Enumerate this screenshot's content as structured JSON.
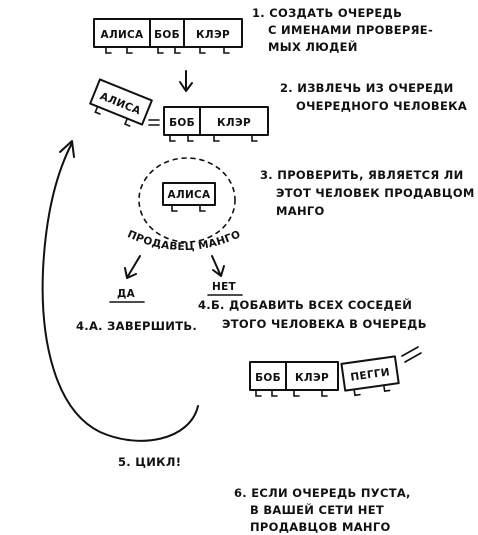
{
  "names": {
    "alice": "АЛИСА",
    "bob": "БОБ",
    "claire": "КЛЭР",
    "peggy": "ПЕГГИ"
  },
  "steps": {
    "step1": [
      "1. СОЗДАТЬ ОЧЕРЕДЬ",
      "С ИМЕНАМИ ПРОВЕРЯЕ-",
      "МЫХ ЛЮДЕЙ"
    ],
    "step2": [
      "2. ИЗВЛЕЧЬ ИЗ ОЧЕРЕДИ",
      "ОЧЕРЕДНОГО ЧЕЛОВЕКА"
    ],
    "step3": [
      "3. ПРОВЕРИТЬ, ЯВЛЯЕТСЯ ЛИ",
      "ЭТОТ ЧЕЛОВЕК ПРОДАВЦОМ",
      "МАНГО"
    ],
    "step4a": "4.А. ЗАВЕРШИТЬ.",
    "step4b": [
      "4.Б. ДОБАВИТЬ ВСЕХ СОСЕДЕЙ",
      "ЭТОГО ЧЕЛОВЕКА В ОЧЕРЕДЬ"
    ],
    "step5": "5. ЦИКЛ!",
    "step6": [
      "6. ЕСЛИ ОЧЕРЕДЬ ПУСТА,",
      "В ВАШЕЙ СЕТИ НЕТ",
      "ПРОДАВЦОВ МАНГО"
    ]
  },
  "labels": {
    "mango_seller": "ПРОДАВЕЦ МАНГО",
    "yes": "ДА",
    "no": "НЕТ"
  }
}
